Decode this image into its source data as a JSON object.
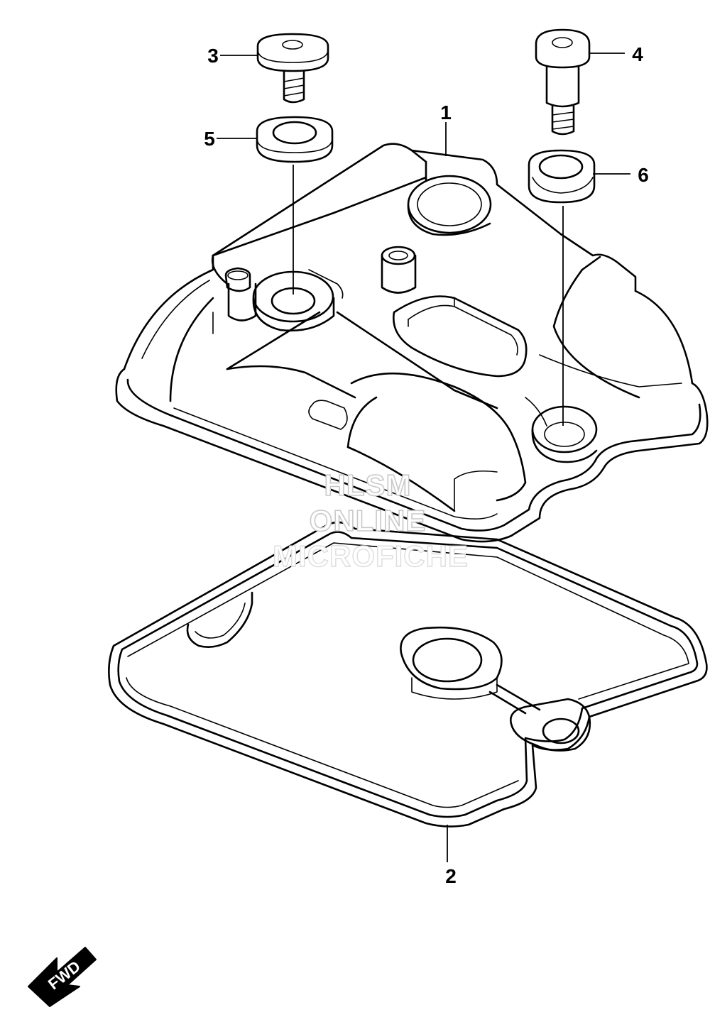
{
  "callouts": {
    "part1": "1",
    "part2": "2",
    "part3": "3",
    "part4": "4",
    "part5": "5",
    "part6": "6"
  },
  "watermark": {
    "line1": "HLSM",
    "line2": "ONLINE",
    "line3": "MICROFICHE"
  },
  "direction": {
    "label": "FWD",
    "icon": "forward-arrow-icon"
  }
}
